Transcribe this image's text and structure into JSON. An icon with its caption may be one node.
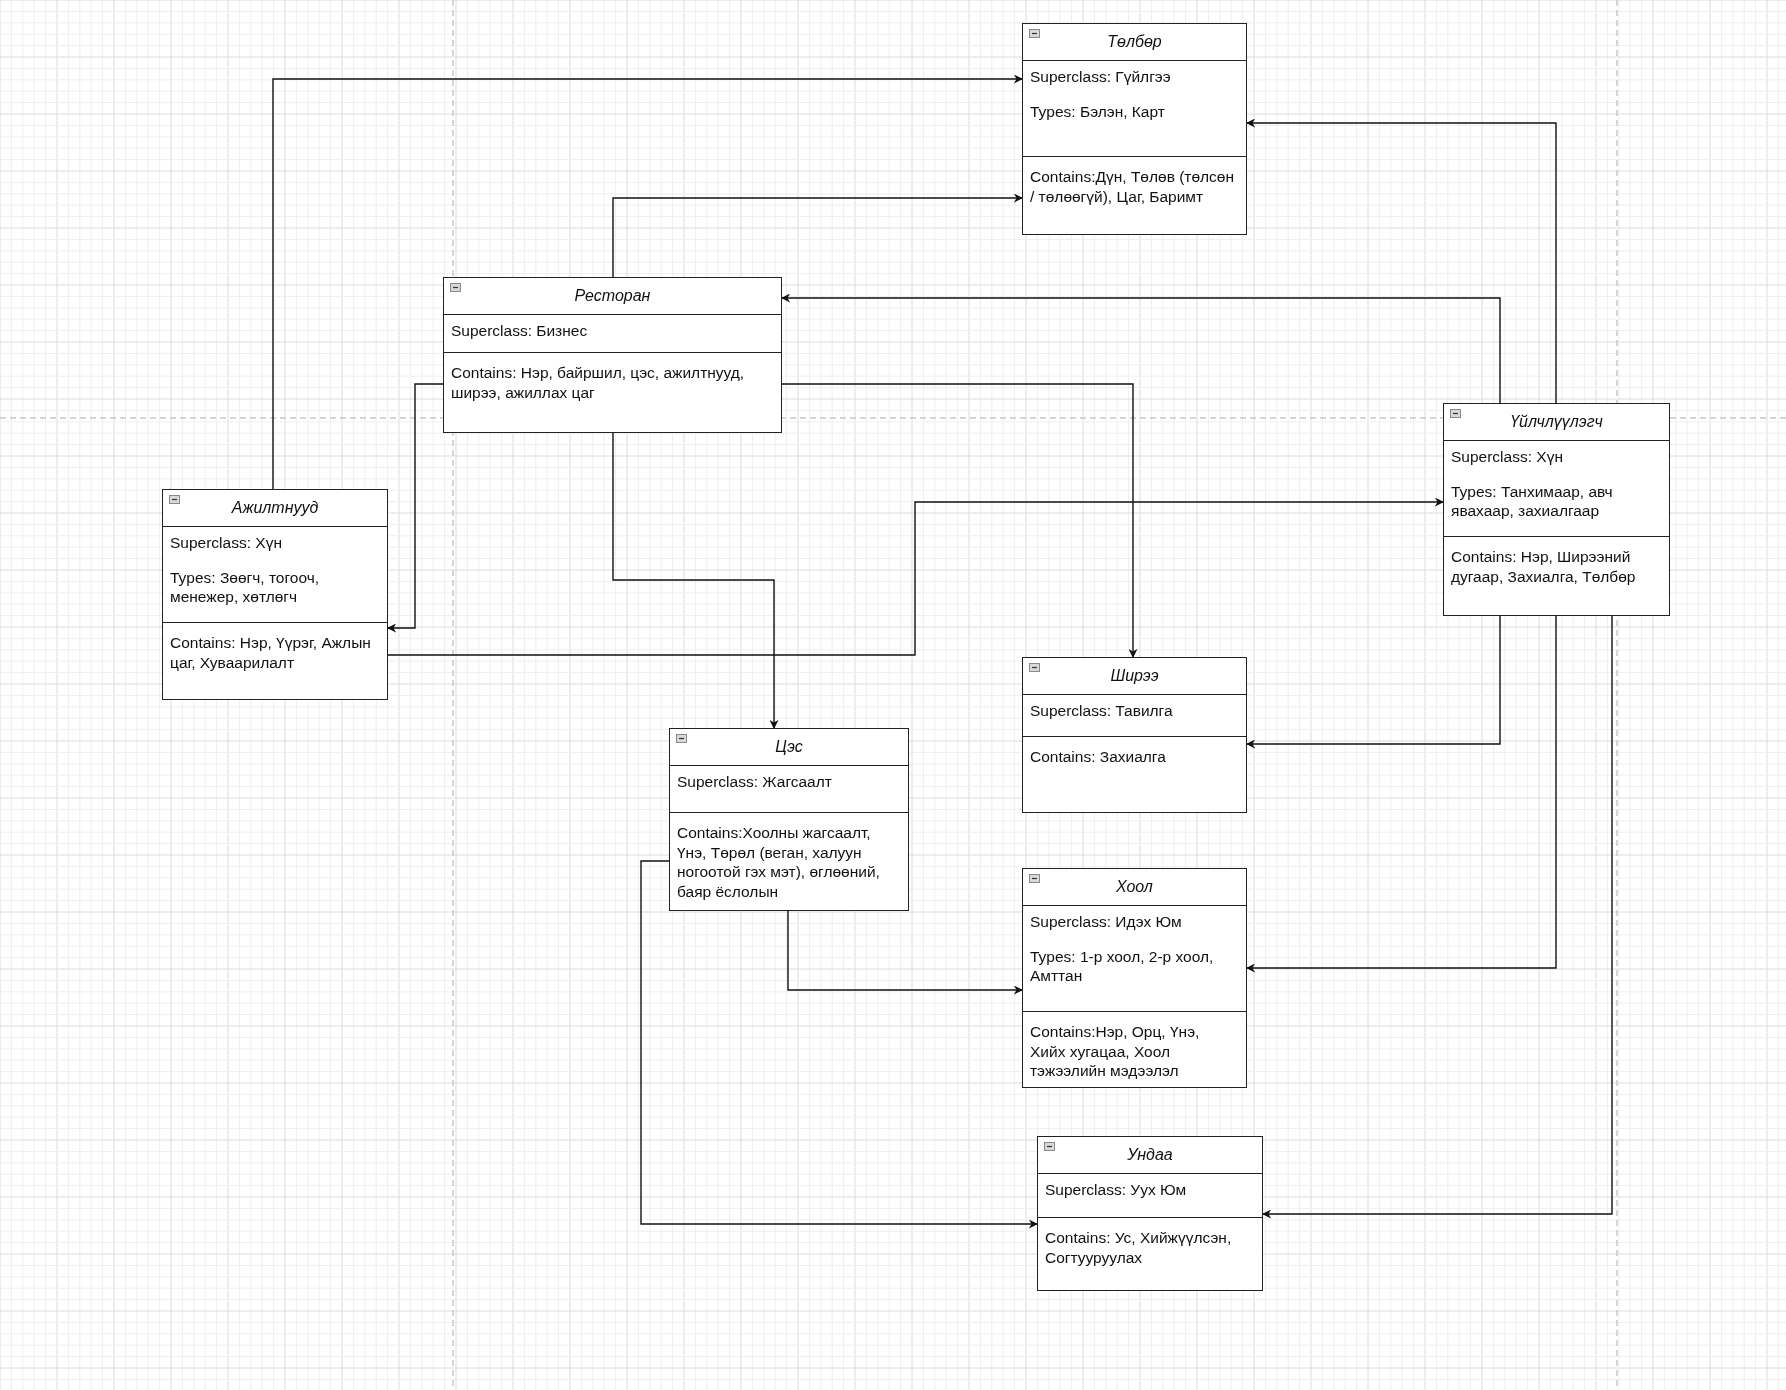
{
  "diagram": {
    "nodes": [
      {
        "text": [
          "Төлбөр",
          "Superclass: Гүйлгээ",
          "Types: Бэлэн, Карт",
          "Contains:Дүн, Төлөв (төлсөн / төлөөгүй), Цаг, Баримт"
        ]
      },
      {
        "text": [
          "Ресторан",
          "Superclass: Бизнес",
          "Contains: Нэр, байршил, цэс, ажилтнууд, ширээ, ажиллах цаг"
        ]
      },
      {
        "text": [
          "Ажилтнууд",
          "Superclass: Хүн",
          "Types: Зөөгч, тогооч, менежер, хөтлөгч",
          "Contains: Нэр, Үүрэг, Ажлын цаг, Хуваарилалт"
        ]
      },
      {
        "text": [
          "Үйлчлүүлэгч",
          "Superclass: Хүн",
          "Types: Танхимаар, авч явахаар, захиалгаар",
          "Contains: Нэр, Ширээний дугаар, Захиалга, Төлбөр"
        ]
      },
      {
        "text": [
          "Ширээ",
          "Superclass: Тавилга",
          "Contains: Захиалга"
        ]
      },
      {
        "text": [
          "Цэс",
          "Superclass: Жагсаалт",
          "Contains:Хоолны жагсаалт, Үнэ, Төрөл (веган, халуун ногоотой гэх мэт), өглөөний, баяр ёслолын"
        ]
      },
      {
        "text": [
          "Хоол",
          "Superclass: Идэх Юм",
          "Types: 1-р хоол, 2-р хоол, Амттан",
          "Contains:Нэр, Орц, Үнэ, Хийх хугацаа, Хоол тэжээлийн мэдээлэл"
        ]
      },
      {
        "text": [
          "Ундаа",
          "Superclass: Уух Юм",
          "Contains: Ус, Хийжүүлсэн, Согтууруулах"
        ]
      }
    ],
    "edges": [
      {
        "from": 2,
        "to": 0,
        "arrow": "to"
      },
      {
        "from": 1,
        "to": 0,
        "arrow": "to"
      },
      {
        "from": 3,
        "to": 0,
        "arrow": "to"
      },
      {
        "from": 3,
        "to": 1,
        "arrow": "to"
      },
      {
        "from": 1,
        "to": 2,
        "arrow": "to"
      },
      {
        "from": 1,
        "to": 4,
        "arrow": "to"
      },
      {
        "from": 1,
        "to": 5,
        "arrow": "to"
      },
      {
        "from": 2,
        "to": 3,
        "arrow": "to"
      },
      {
        "from": 3,
        "to": 4,
        "arrow": "to"
      },
      {
        "from": 3,
        "to": 6,
        "arrow": "to"
      },
      {
        "from": 3,
        "to": 7,
        "arrow": "to"
      },
      {
        "from": 5,
        "to": 6,
        "arrow": "to"
      },
      {
        "from": 5,
        "to": 7,
        "arrow": "to"
      }
    ]
  }
}
